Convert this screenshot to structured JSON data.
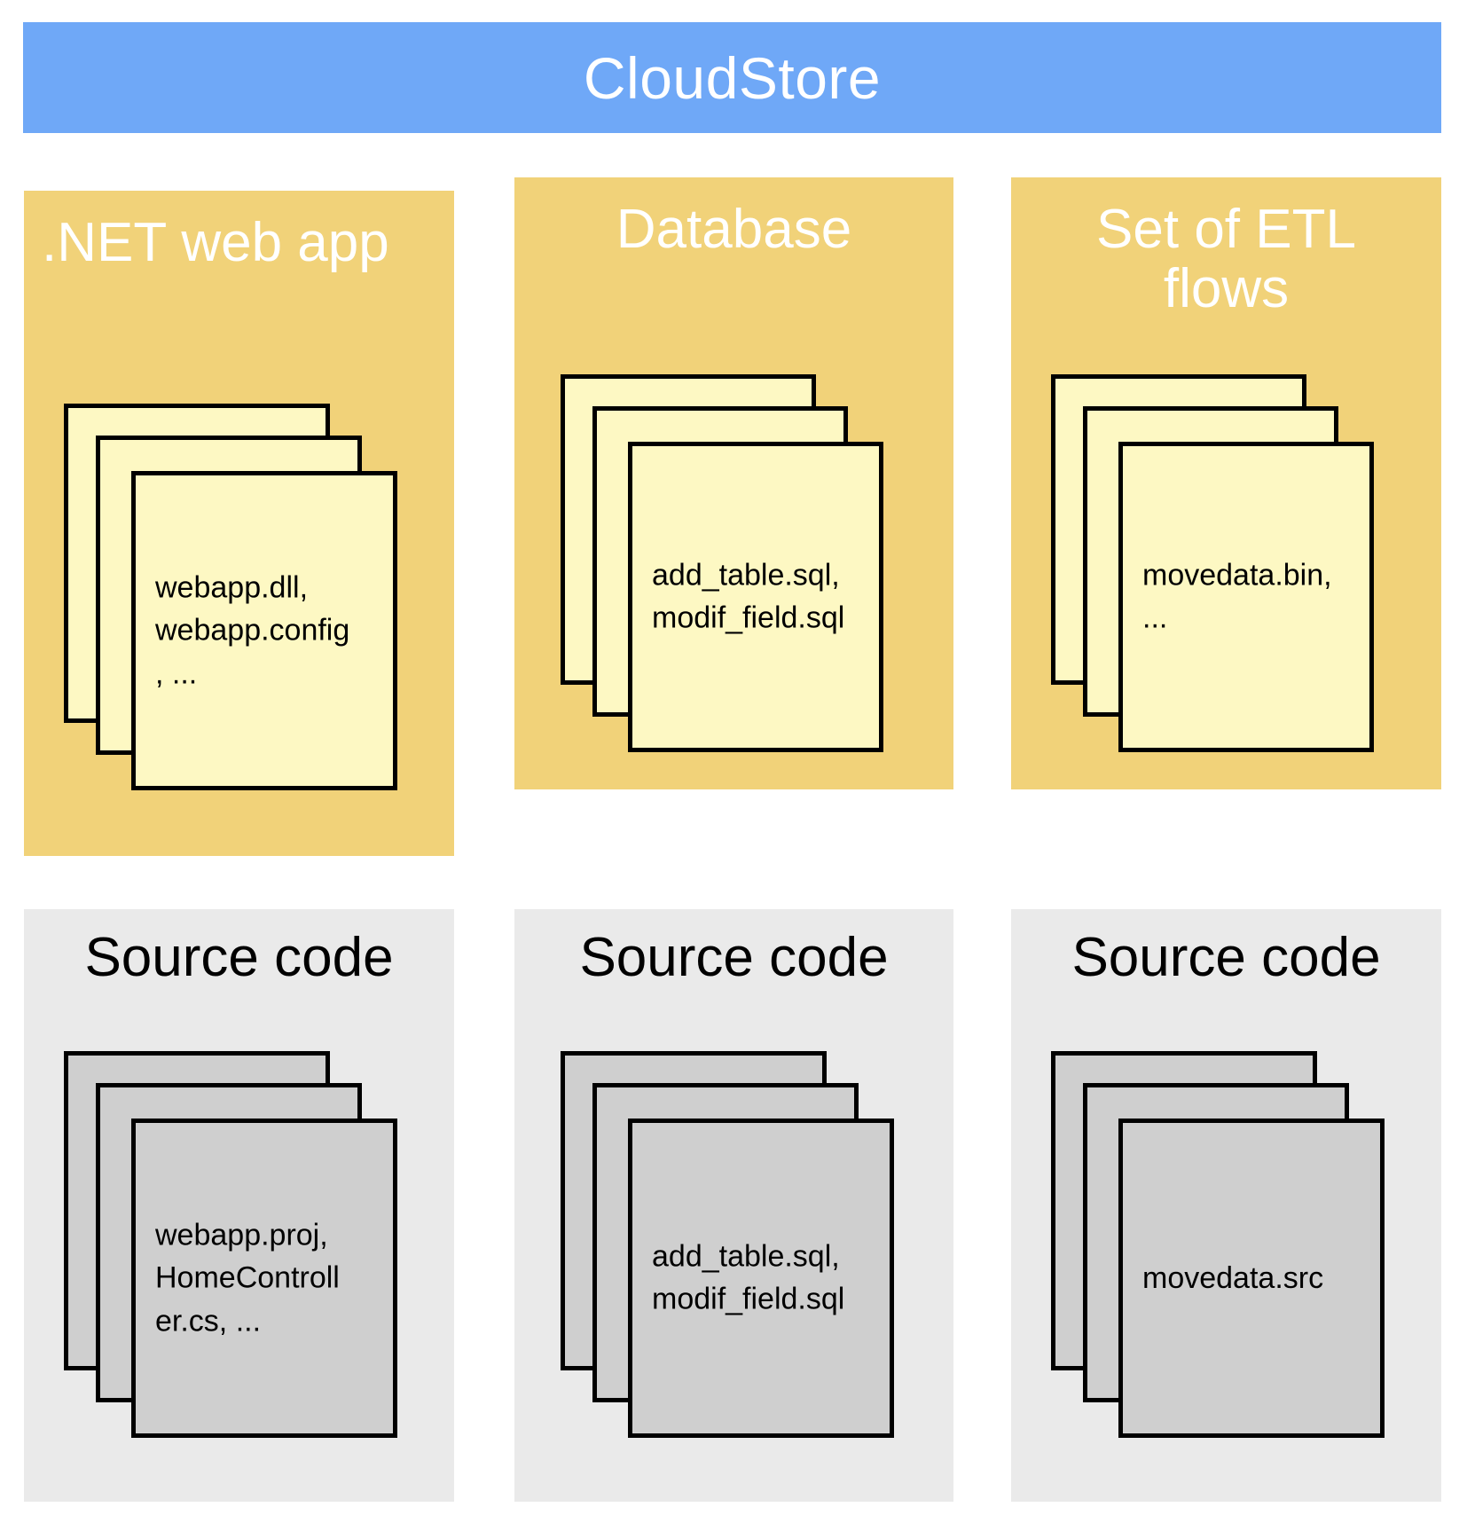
{
  "header": {
    "title": "CloudStore",
    "background_color": "#6FA8F7",
    "text_color": "#FFFFFF"
  },
  "colors": {
    "panel_yellow": "#F1D279",
    "card_yellow": "#FDF8C3",
    "panel_gray": "#EAEAEA",
    "card_gray": "#CFCFCF",
    "card_border": "#000000",
    "page_background": "#FFFFFF"
  },
  "artifact_panels": [
    {
      "title": ".NET web app",
      "title_align": "left",
      "stack_label": "webapp.dll,\nwebapp.config\n, ..."
    },
    {
      "title": "Database",
      "title_align": "center",
      "stack_label": "add_table.sql,\nmodif_field.sql"
    },
    {
      "title": "Set of ETL\nflows",
      "title_align": "center",
      "stack_label": "movedata.bin,\n..."
    }
  ],
  "source_panels": [
    {
      "title": "Source code",
      "title_align": "center",
      "stack_label": "webapp.proj,\nHomeControll\ner.cs, ..."
    },
    {
      "title": "Source code",
      "title_align": "center",
      "stack_label": "add_table.sql,\nmodif_field.sql"
    },
    {
      "title": "Source code",
      "title_align": "center",
      "stack_label": "movedata.src"
    }
  ]
}
